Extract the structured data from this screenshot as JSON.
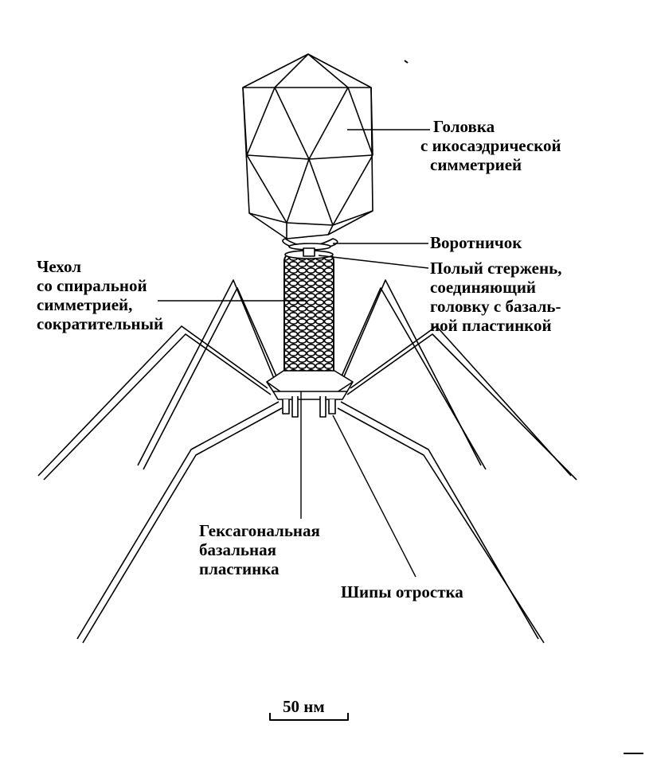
{
  "labels": {
    "head": [
      "Головка",
      "с икосаэдрической",
      "симметрией"
    ],
    "collar": "Воротничок",
    "core": [
      "Полый стержень,",
      "соединяющий",
      "головку с базаль-",
      "ной пластинкой"
    ],
    "sheath": [
      "Чехол",
      "со спиральной",
      "симметрией,",
      "сократительный"
    ],
    "baseplate": [
      "Гексагональная",
      "базальная",
      "пластинка"
    ],
    "spikes": "Шипы отростка"
  },
  "scale_bar": {
    "label": "50 нм"
  },
  "colors": {
    "ink": "#000000",
    "background": "#ffffff"
  }
}
